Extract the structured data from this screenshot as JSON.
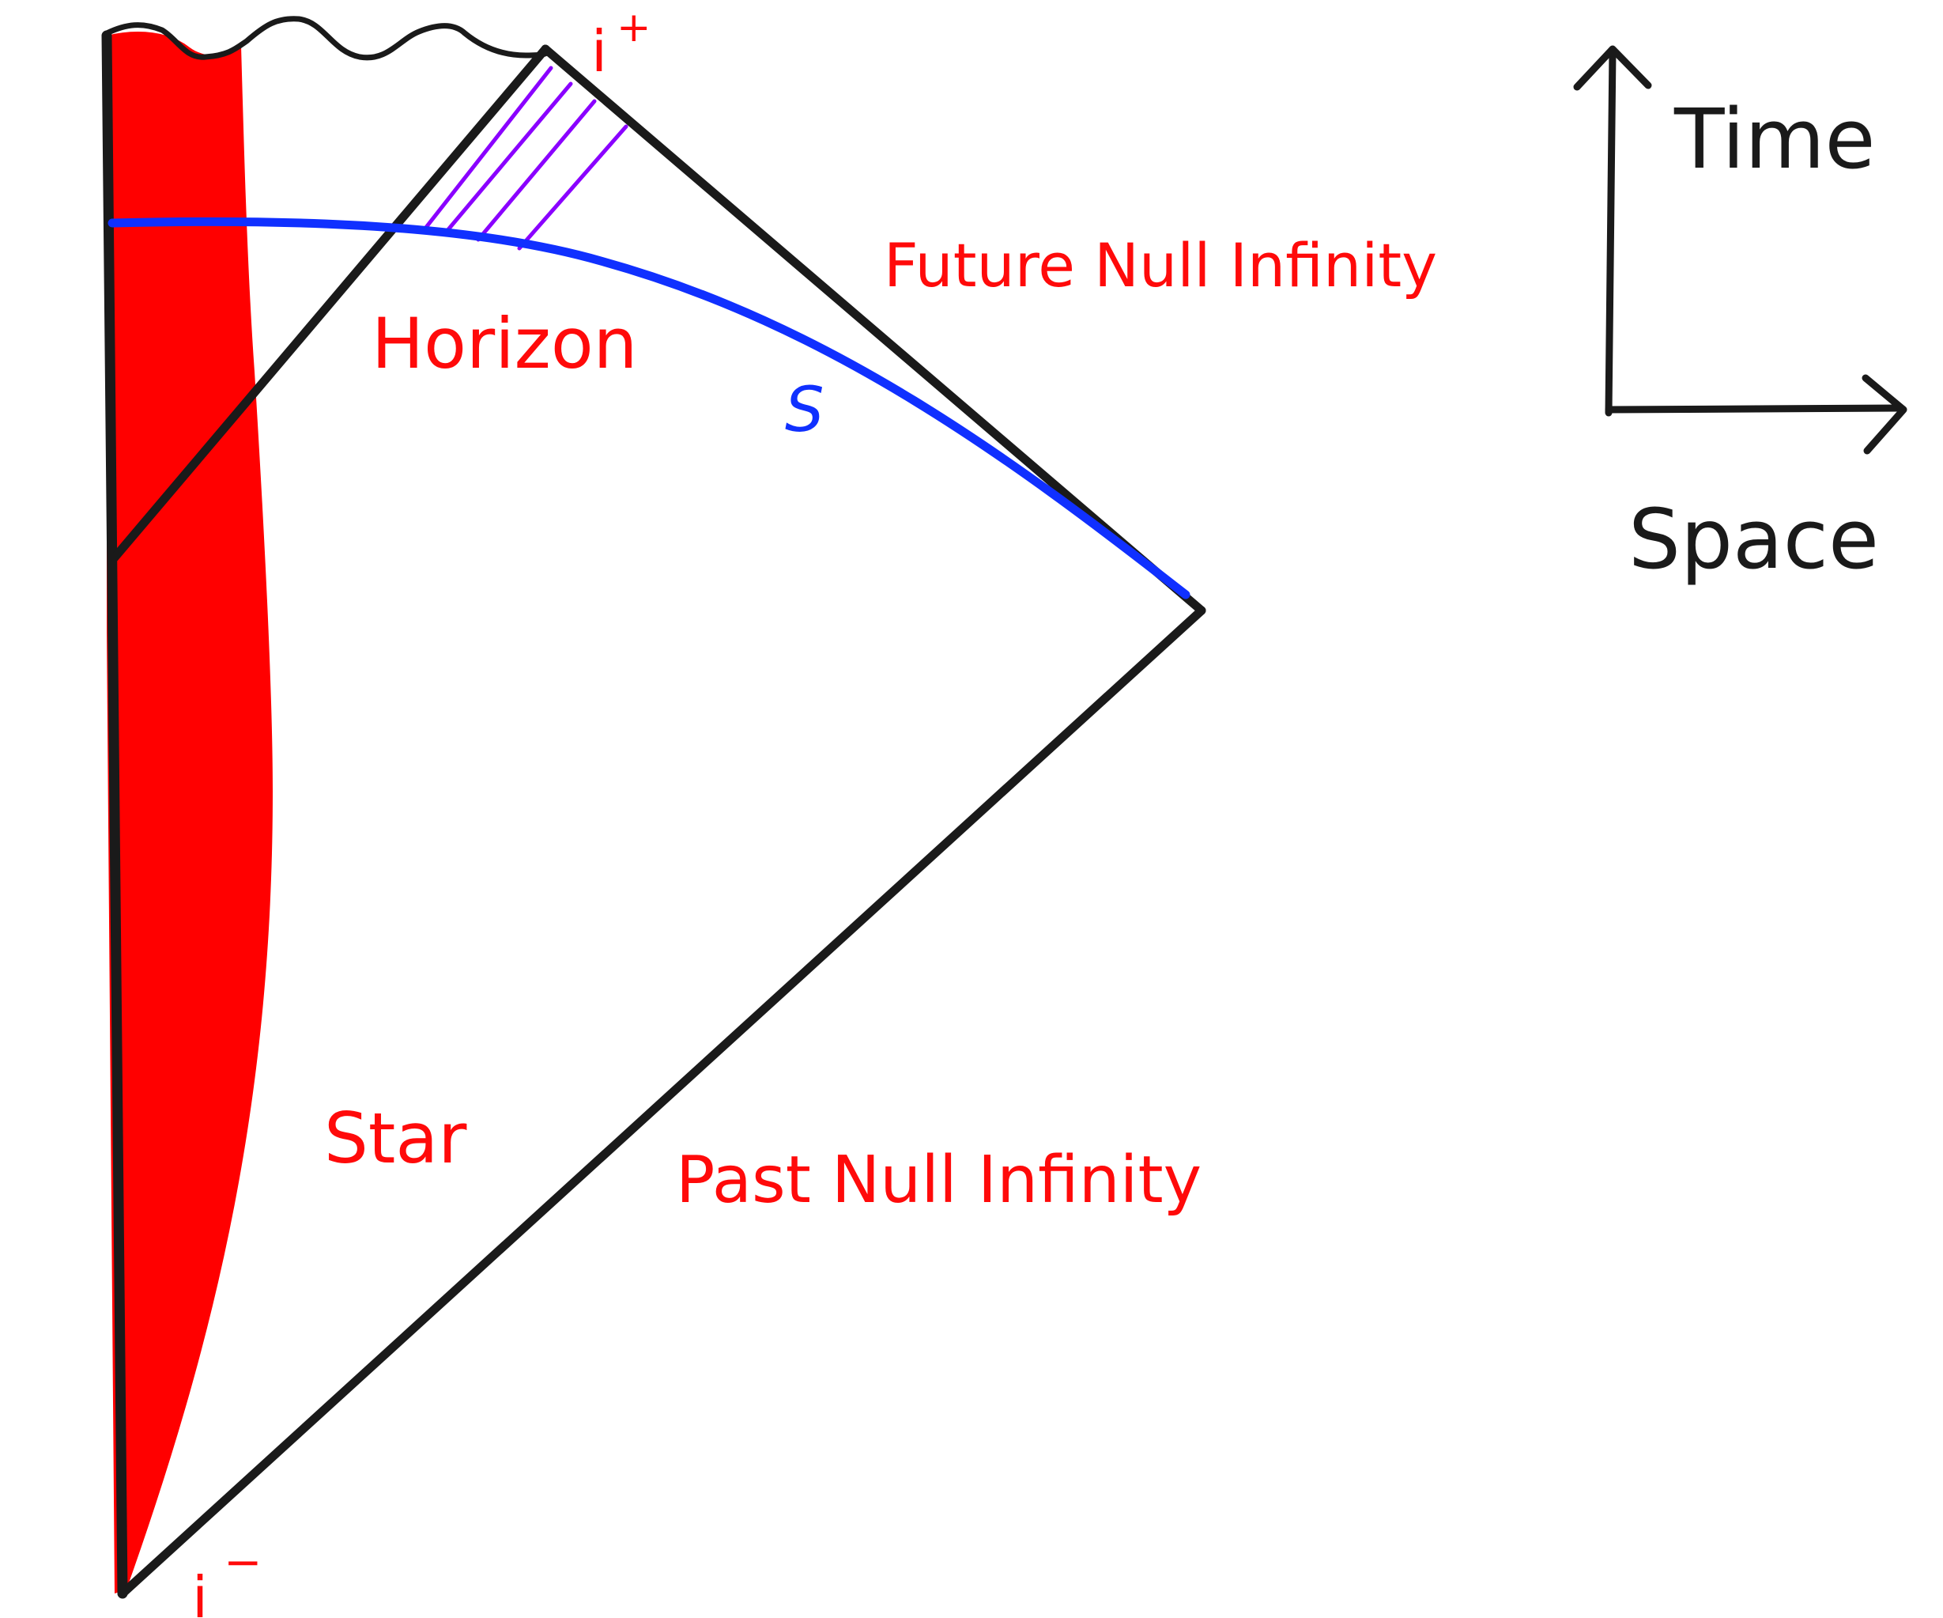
{
  "labels": {
    "i_plus": "i",
    "i_plus_sup": "+",
    "i_minus": "i",
    "i_minus_sup": "−",
    "future_null_infinity": "Future Null Infinity",
    "past_null_infinity": "Past Null Infinity",
    "horizon": "Horizon",
    "star": "Star",
    "surface": "S",
    "time": "Time",
    "space": "Space"
  },
  "colors": {
    "star_fill": "#ff0000",
    "outline": "#1a1a1a",
    "surface_curve": "#1030ff",
    "hawking_rays": "#8a00ff",
    "label_red": "#ff0a0a",
    "label_black": "#1a1a1a"
  },
  "hawking_ray_count": 4
}
